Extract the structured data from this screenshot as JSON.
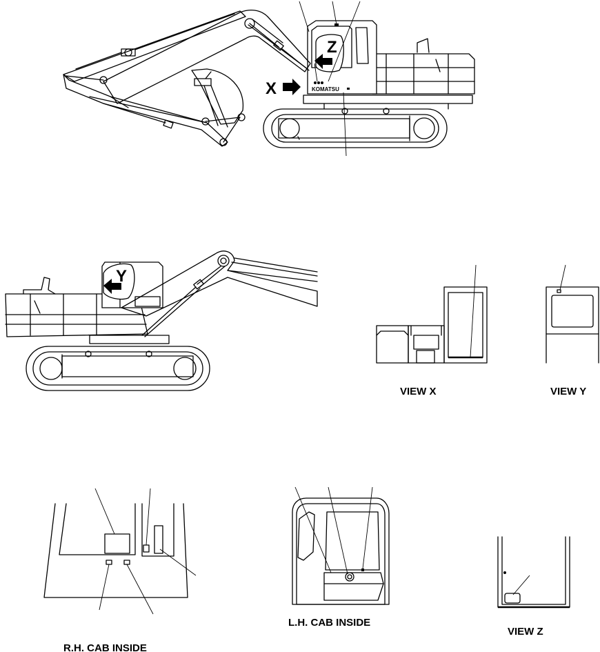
{
  "views": {
    "x_arrow_label": "X",
    "y_arrow_label": "Y",
    "z_arrow_label": "Z",
    "brand_text": "KOMATSU",
    "view_x_caption": "VIEW  X",
    "view_y_caption": "VIEW  Y",
    "view_z_caption": "VIEW  Z",
    "lh_cab_caption": "L.H.  CAB  INSIDE",
    "rh_cab_caption": "R.H.  CAB  INSIDE"
  }
}
